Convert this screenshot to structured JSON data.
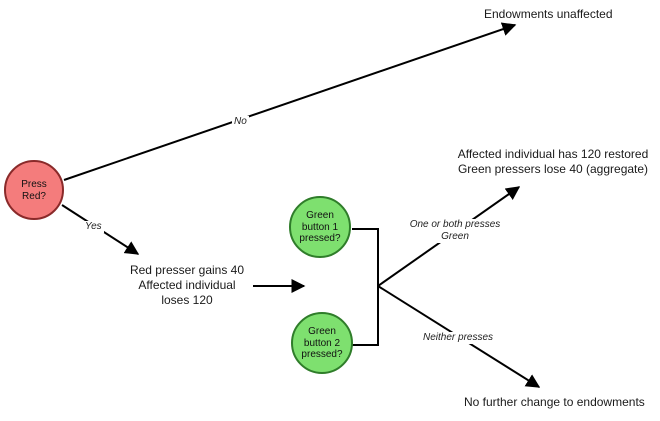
{
  "nodes": {
    "press_red": {
      "line1": "Press",
      "line2": "Red?",
      "fill": "#f47c7c",
      "stroke": "#8a2a2a"
    },
    "green1": {
      "line1": "Green",
      "line2": "button 1",
      "line3": "pressed?",
      "fill": "#7ee06f",
      "stroke": "#2f7d2a"
    },
    "green2": {
      "line1": "Green",
      "line2": "button 2",
      "line3": "pressed?",
      "fill": "#7ee06f",
      "stroke": "#2f7d2a"
    }
  },
  "labels": {
    "endowments_unaffected": "Endowments unaffected",
    "red_gains": {
      "line1": "Red presser gains 40",
      "line2": "Affected individual",
      "line3": "loses 120"
    },
    "restored": {
      "line1": "Affected individual has 120 restored",
      "line2": "Green pressers lose 40 (aggregate)"
    },
    "no_further_change": "No further change to endowments"
  },
  "edges": {
    "no": "No",
    "yes": "Yes",
    "one_or_both": {
      "line1": "One or both presses",
      "line2": "Green"
    },
    "neither": "Neither presses"
  }
}
